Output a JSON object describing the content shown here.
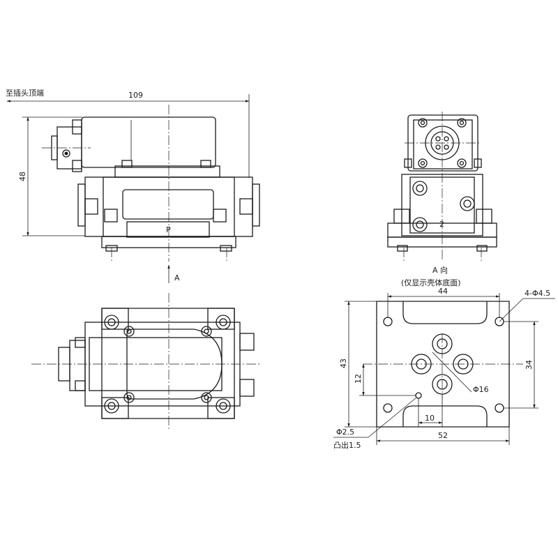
{
  "labels": {
    "plug_top_note": "至插头顶端",
    "dim_width_front": "109",
    "dim_height_front": "48",
    "port_p": "P",
    "view_arrow": "A",
    "view_title": "A 向",
    "view_note": "(仅显示壳体底面)",
    "dim_44": "44",
    "dim_holes": "4-Φ4.5",
    "dim_43": "43",
    "dim_34": "34",
    "dim_12": "12",
    "dim_phi16": "Φ16",
    "dim_10": "10",
    "dim_52": "52",
    "dim_phi25": "Φ2.5",
    "dim_protrude": "凸出1.5",
    "side_port": "2"
  }
}
